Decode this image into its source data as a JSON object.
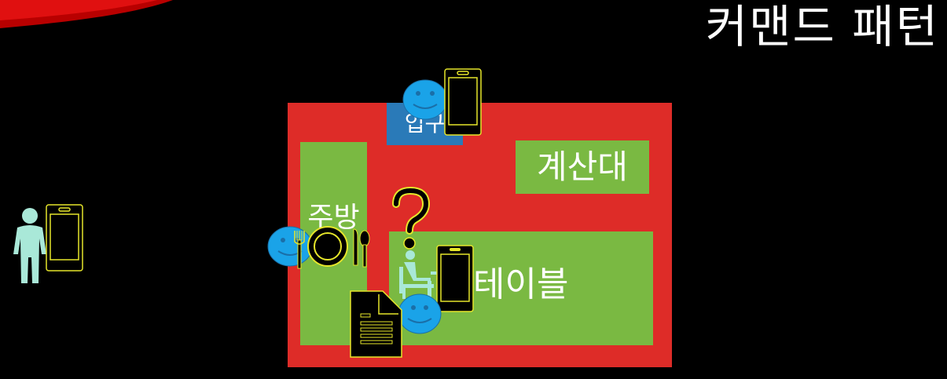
{
  "title": "커맨드 패턴",
  "areas": {
    "entrance": "입구",
    "counter": "계산대",
    "kitchen": "주방",
    "table": "테이블"
  },
  "colors": {
    "background": "#000000",
    "restaurant": "#de2c28",
    "entrance": "#2a7ab8",
    "zone": "#7ab942",
    "smiley": "#1aa3e8",
    "phone_outline": "#e6e62a",
    "customer": "#a9e8d8"
  },
  "icons": [
    "swoosh-decoration",
    "customer-person-icon",
    "phone-icon",
    "smiley-face-icon",
    "question-mark-icon",
    "seated-person-icon",
    "dish-cutlery-icon",
    "document-icon"
  ]
}
